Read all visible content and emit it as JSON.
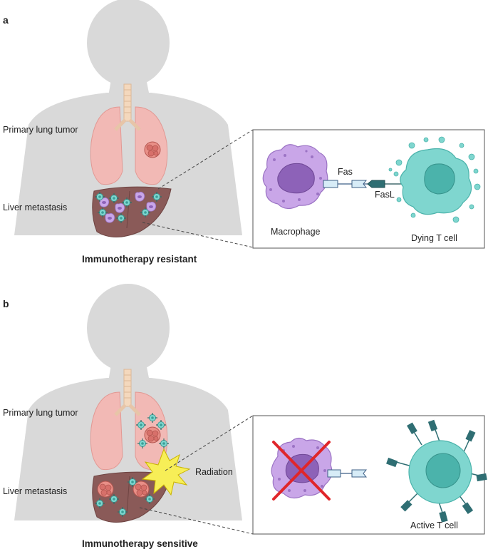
{
  "panel_a": {
    "label": "a",
    "primary_label": "Primary lung tumor",
    "liver_label": "Liver metastasis",
    "caption": "Immunotherapy resistant",
    "inset": {
      "fas_label": "Fas",
      "fasl_label": "FasL",
      "macrophage_label": "Macrophage",
      "tcell_label": "Dying T cell"
    }
  },
  "panel_b": {
    "label": "b",
    "primary_label": "Primary lung tumor",
    "liver_label": "Liver metastasis",
    "radiation_label": "Radiation",
    "caption": "Immunotherapy sensitive",
    "inset": {
      "tcell_label": "Active T cell"
    }
  },
  "colors": {
    "body": "#d9d9d9",
    "lung": "#f2b9b5",
    "liver": "#8a5a58",
    "macrophage": "#c9a6e8",
    "tcell": "#7fd6cf",
    "radiation": "#f7ee57",
    "cross": "#e0262a"
  }
}
